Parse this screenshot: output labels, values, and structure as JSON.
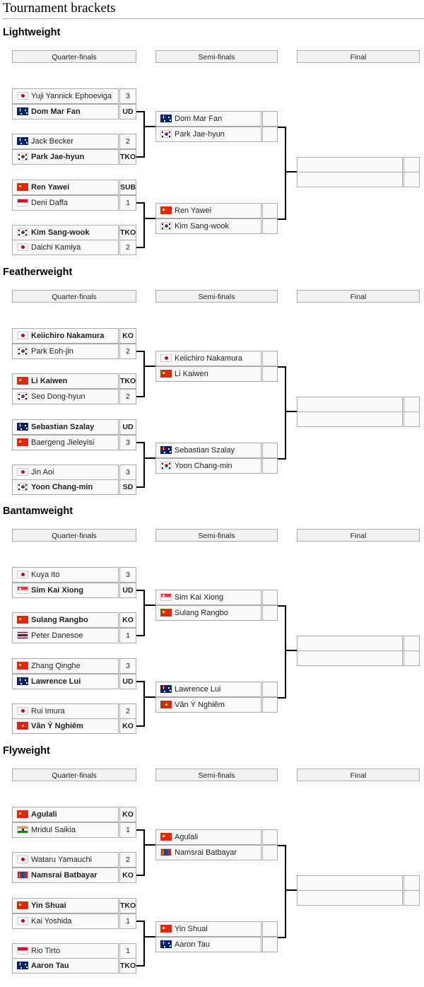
{
  "page_title": "Tournament brackets",
  "round_labels": [
    "Quarter-finals",
    "Semi-finals",
    "Final"
  ],
  "colors": {
    "line": "#000000",
    "cell_bg": "#f9f9f9",
    "header_bg": "#f2f2f2",
    "border": "#aaaaaa"
  },
  "divisions": [
    {
      "name": "Lightweight",
      "quarterfinals": [
        [
          {
            "name": "Yuji Yannick Ephoeviga",
            "flag": "japan-flag",
            "score": "3",
            "winner": false
          },
          {
            "name": "Dom Mar Fan",
            "flag": "australia-flag",
            "score": "UD",
            "winner": true
          }
        ],
        [
          {
            "name": "Jack Becker",
            "flag": "australia-flag",
            "score": "2",
            "winner": false
          },
          {
            "name": "Park Jae-hyun",
            "flag": "south-korea-flag",
            "score": "TKO",
            "winner": true
          }
        ],
        [
          {
            "name": "Ren Yawei",
            "flag": "china-flag",
            "score": "SUB",
            "winner": true
          },
          {
            "name": "Deni Daffa",
            "flag": "indonesia-flag",
            "score": "1",
            "winner": false
          }
        ],
        [
          {
            "name": "Kim Sang-wook",
            "flag": "south-korea-flag",
            "score": "TKO",
            "winner": true
          },
          {
            "name": "Daichi Kamiya",
            "flag": "japan-flag",
            "score": "2",
            "winner": false
          }
        ]
      ],
      "semifinals": [
        [
          {
            "name": "Dom Mar Fan",
            "flag": "australia-flag",
            "score": ""
          },
          {
            "name": "Park Jae-hyun",
            "flag": "south-korea-flag",
            "score": ""
          }
        ],
        [
          {
            "name": "Ren Yawei",
            "flag": "china-flag",
            "score": ""
          },
          {
            "name": "Kim Sang-wook",
            "flag": "south-korea-flag",
            "score": ""
          }
        ]
      ],
      "final": [
        {
          "name": "",
          "flag": "",
          "score": ""
        },
        {
          "name": "",
          "flag": "",
          "score": ""
        }
      ]
    },
    {
      "name": "Featherweight",
      "quarterfinals": [
        [
          {
            "name": "Keiichiro Nakamura",
            "flag": "japan-flag",
            "score": "KO",
            "winner": true
          },
          {
            "name": "Park Eoh-jin",
            "flag": "south-korea-flag",
            "score": "2",
            "winner": false
          }
        ],
        [
          {
            "name": "Li Kaiwen",
            "flag": "china-flag",
            "score": "TKO",
            "winner": true
          },
          {
            "name": "Seo Dong-hyun",
            "flag": "south-korea-flag",
            "score": "2",
            "winner": false
          }
        ],
        [
          {
            "name": "Sebastian Szalay",
            "flag": "australia-flag",
            "score": "UD",
            "winner": true
          },
          {
            "name": "Baergeng Jieleyisi",
            "flag": "china-flag",
            "score": "3",
            "winner": false
          }
        ],
        [
          {
            "name": "Jin Aoi",
            "flag": "japan-flag",
            "score": "3",
            "winner": false
          },
          {
            "name": "Yoon Chang-min",
            "flag": "south-korea-flag",
            "score": "SD",
            "winner": true
          }
        ]
      ],
      "semifinals": [
        [
          {
            "name": "Keiichiro Nakamura",
            "flag": "japan-flag",
            "score": ""
          },
          {
            "name": "Li Kaiwen",
            "flag": "china-flag",
            "score": ""
          }
        ],
        [
          {
            "name": "Sebastian Szalay",
            "flag": "australia-flag",
            "score": ""
          },
          {
            "name": "Yoon Chang-min",
            "flag": "south-korea-flag",
            "score": ""
          }
        ]
      ],
      "final": [
        {
          "name": "",
          "flag": "",
          "score": ""
        },
        {
          "name": "",
          "flag": "",
          "score": ""
        }
      ]
    },
    {
      "name": "Bantamweight",
      "quarterfinals": [
        [
          {
            "name": "Kuya Ito",
            "flag": "japan-flag",
            "score": "3",
            "winner": false
          },
          {
            "name": "Sim Kai Xiong",
            "flag": "singapore-flag",
            "score": "UD",
            "winner": true
          }
        ],
        [
          {
            "name": "Sulang Rangbo",
            "flag": "china-flag",
            "score": "KO",
            "winner": true
          },
          {
            "name": "Peter Danesoe",
            "flag": "thailand-flag",
            "score": "1",
            "winner": false
          }
        ],
        [
          {
            "name": "Zhang Qinghe",
            "flag": "china-flag",
            "score": "3",
            "winner": false
          },
          {
            "name": "Lawrence Lui",
            "flag": "australia-flag",
            "score": "UD",
            "winner": true
          }
        ],
        [
          {
            "name": "Rui Imura",
            "flag": "japan-flag",
            "score": "2",
            "winner": false
          },
          {
            "name": "Văn Ý Nghiêm",
            "flag": "vietnam-flag",
            "score": "KO",
            "winner": true
          }
        ]
      ],
      "semifinals": [
        [
          {
            "name": "Sim Kai Xiong",
            "flag": "singapore-flag",
            "score": ""
          },
          {
            "name": "Sulang Rangbo",
            "flag": "china-flag",
            "score": ""
          }
        ],
        [
          {
            "name": "Lawrence Lui",
            "flag": "australia-flag",
            "score": ""
          },
          {
            "name": "Văn Ý Nghiêm",
            "flag": "vietnam-flag",
            "score": ""
          }
        ]
      ],
      "final": [
        {
          "name": "",
          "flag": "",
          "score": ""
        },
        {
          "name": "",
          "flag": "",
          "score": ""
        }
      ]
    },
    {
      "name": "Flyweight",
      "quarterfinals": [
        [
          {
            "name": "Agulali",
            "flag": "china-flag",
            "score": "KO",
            "winner": true
          },
          {
            "name": "Mridul Saikia",
            "flag": "india-flag",
            "score": "1",
            "winner": false
          }
        ],
        [
          {
            "name": "Wataru Yamauchi",
            "flag": "japan-flag",
            "score": "2",
            "winner": false
          },
          {
            "name": "Namsrai Batbayar",
            "flag": "mongolia-flag",
            "score": "KO",
            "winner": true
          }
        ],
        [
          {
            "name": "Yin Shuai",
            "flag": "china-flag",
            "score": "TKO",
            "winner": true
          },
          {
            "name": "Kai Yoshida",
            "flag": "japan-flag",
            "score": "1",
            "winner": false
          }
        ],
        [
          {
            "name": "Rio Tirto",
            "flag": "indonesia-flag",
            "score": "1",
            "winner": false
          },
          {
            "name": "Aaron Tau",
            "flag": "australia-flag",
            "score": "TKO",
            "winner": true
          }
        ]
      ],
      "semifinals": [
        [
          {
            "name": "Agulali",
            "flag": "china-flag",
            "score": ""
          },
          {
            "name": "Namsrai Batbayar",
            "flag": "mongolia-flag",
            "score": ""
          }
        ],
        [
          {
            "name": "Yin Shuai",
            "flag": "china-flag",
            "score": ""
          },
          {
            "name": "Aaron Tau",
            "flag": "australia-flag",
            "score": ""
          }
        ]
      ],
      "final": [
        {
          "name": "",
          "flag": "",
          "score": ""
        },
        {
          "name": "",
          "flag": "",
          "score": ""
        }
      ]
    }
  ]
}
